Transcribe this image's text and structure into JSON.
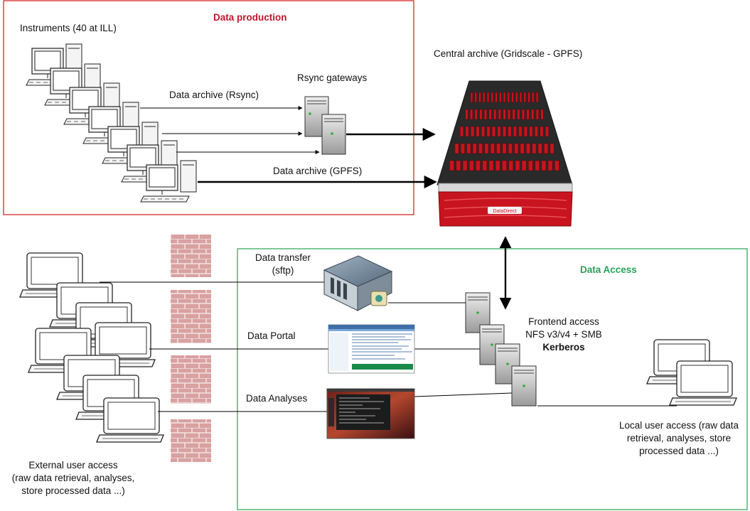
{
  "data_production": {
    "title": "Data production",
    "instruments": "Instruments (40 at ILL)",
    "rsync_gateways": "Rsync gateways",
    "data_archive_rsync": "Data archive (Rsync)",
    "data_archive_gpfs": "Data archive (GPFS)"
  },
  "central_archive": {
    "title": "Central archive (Gridscale - GPFS)",
    "brand": "DataDirect"
  },
  "data_access": {
    "title": "Data Access",
    "data_transfer": [
      "Data transfer",
      "(sftp)"
    ],
    "data_portal": "Data Portal",
    "data_analyses": "Data Analyses",
    "frontend": [
      "Frontend access",
      "NFS v3/v4 + SMB",
      "Kerberos"
    ]
  },
  "external_users": [
    "External user access",
    "(raw data retrieval, analyses,",
    "store processed data ...)"
  ],
  "local_users": [
    "Local user access (raw data",
    "retrieval, analyses, store",
    "processed data ...)"
  ],
  "colors": {
    "production_border": "#d42a2a",
    "access_border": "#3aa862",
    "production_title": "#c0142a",
    "access_title": "#2aa05a",
    "storage_red": "#c8141e",
    "firewall": "#d9a1a1"
  }
}
